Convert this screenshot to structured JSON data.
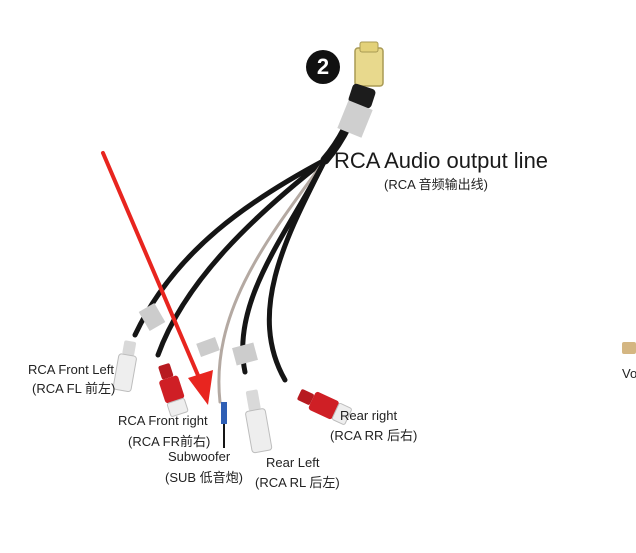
{
  "badge": "2",
  "title": "RCA Audio output line",
  "title_cn": "(RCA 音频输出线)",
  "labels": {
    "front_left": "RCA Front Left",
    "front_left_cn": "(RCA FL 前左)",
    "front_right": "RCA Front right",
    "front_right_cn": "(RCA FR前右)",
    "subwoofer": "Subwoofer",
    "subwoofer_cn": "(SUB 低音炮)",
    "rear_left": "Rear Left",
    "rear_left_cn": "(RCA RL 后左)",
    "rear_right": "Rear right",
    "rear_right_cn": "(RCA RR 后右)",
    "cut_off": "Vo"
  },
  "colors": {
    "cable": "#151515",
    "grey_cable": "#b4a9a2",
    "plug_white": "#eeeeee",
    "plug_red": "#cf1f25",
    "connector": "#e8d98d",
    "arrow": "#e8251f",
    "sub_tip": "#2f5fb5"
  }
}
